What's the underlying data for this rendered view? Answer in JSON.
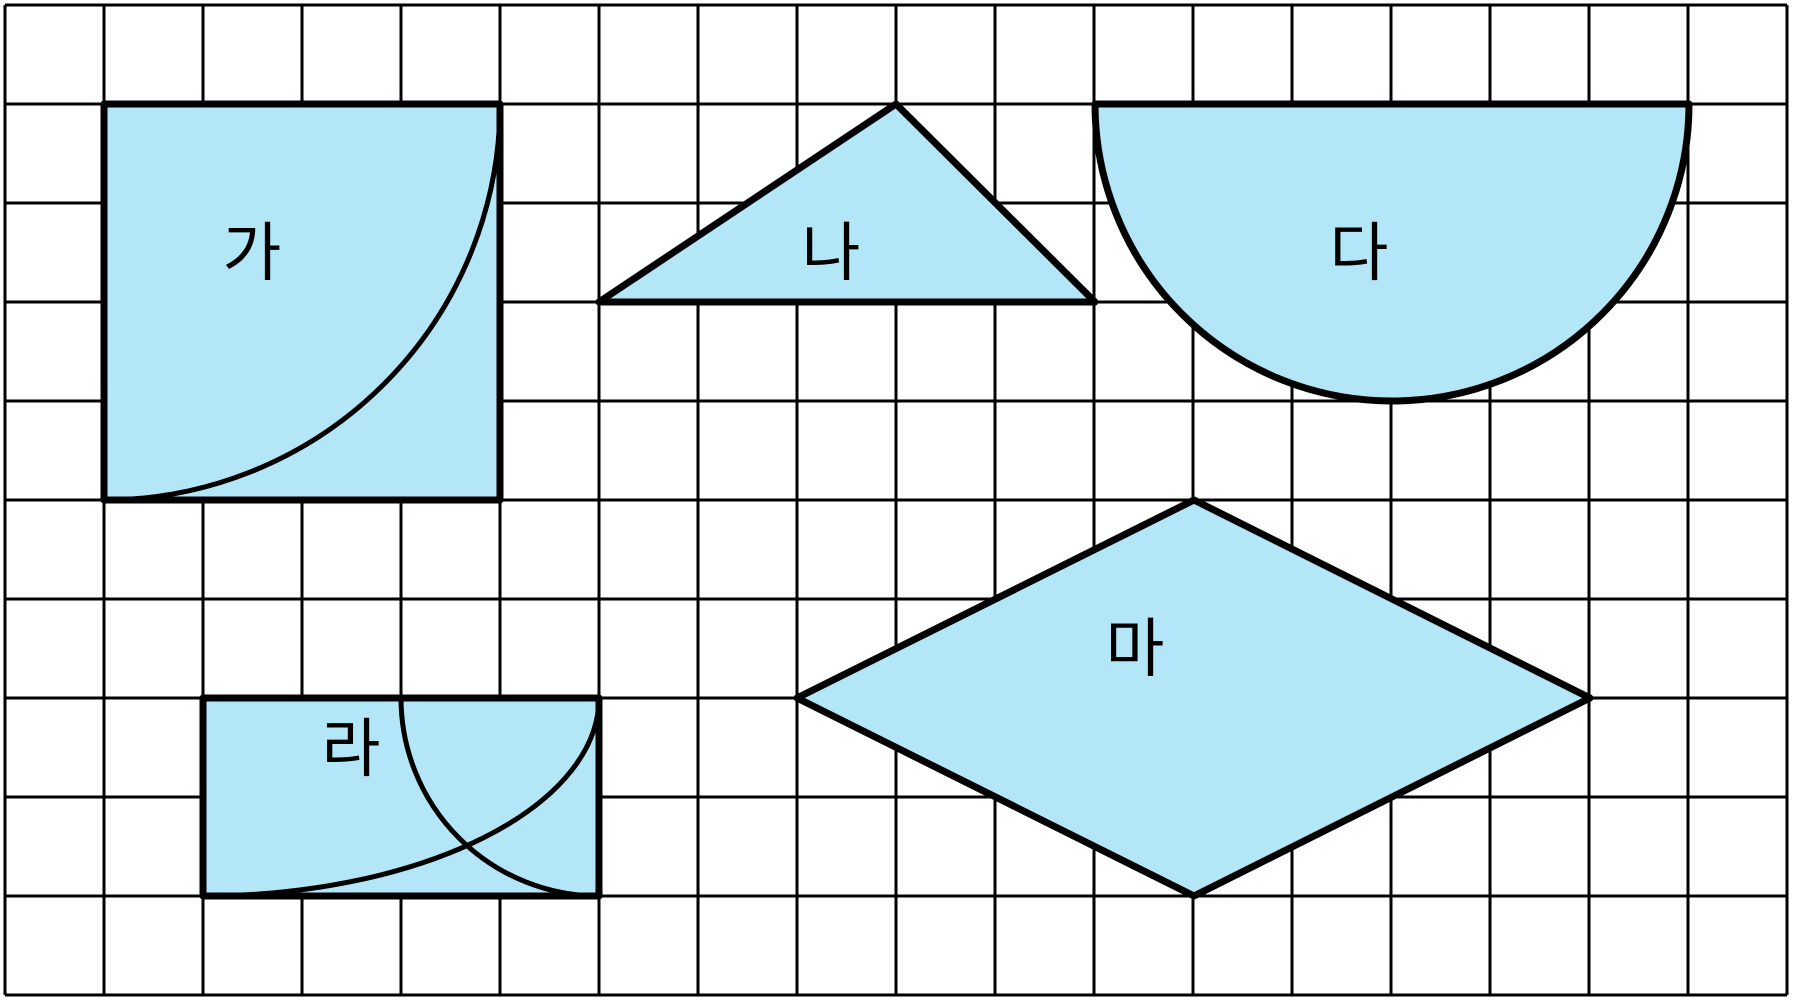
{
  "colors": {
    "fill": "#b3e6f7",
    "stroke": "#000000",
    "grid": "#000000",
    "background": "#ffffff"
  },
  "grid": {
    "columns": 18,
    "rows": 10
  },
  "shapes": {
    "ga": {
      "label": "가"
    },
    "na": {
      "label": "나"
    },
    "da": {
      "label": "다"
    },
    "ra": {
      "label": "라"
    },
    "ma": {
      "label": "마"
    }
  }
}
